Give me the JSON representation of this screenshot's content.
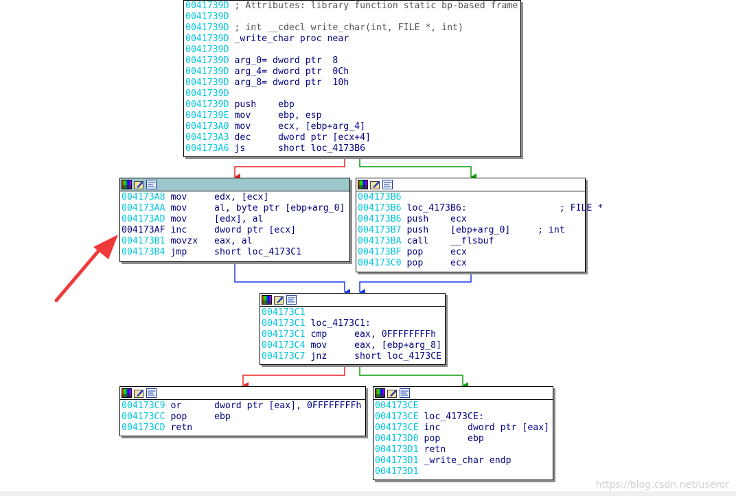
{
  "colors": {
    "edge_true": "#0a9a0a",
    "edge_false": "#e82020",
    "edge_jump": "#1a3ae8",
    "selected_title": "#9cc8cc",
    "address": "#00c8dc",
    "arrow_annotation": "#ee3a3a"
  },
  "icons": [
    "palette-icon",
    "rename-icon",
    "graph-icon"
  ],
  "watermark": "https://blog.csdn.net/useror",
  "nodes": [
    {
      "id": "node-0041739d",
      "lines": [
        {
          "addr": "0041739D",
          "text": "; Attributes: library function static bp-based frame"
        },
        {
          "addr": "0041739D",
          "text": ""
        },
        {
          "addr": "0041739D",
          "text": "; int __cdecl write_char(int, FILE *, int)"
        },
        {
          "addr": "0041739D",
          "text": "_write_char proc near"
        },
        {
          "addr": "0041739D",
          "text": ""
        },
        {
          "addr": "0041739D",
          "text": "arg_0= dword ptr  8"
        },
        {
          "addr": "0041739D",
          "text": "arg_4= dword ptr  0Ch"
        },
        {
          "addr": "0041739D",
          "text": "arg_8= dword ptr  10h"
        },
        {
          "addr": "0041739D",
          "text": ""
        },
        {
          "addr": "0041739D",
          "text": "push    ebp"
        },
        {
          "addr": "0041739E",
          "text": "mov     ebp, esp"
        },
        {
          "addr": "004173A0",
          "text": "mov     ecx, [ebp+arg_4]"
        },
        {
          "addr": "004173A3",
          "text": "dec     dword ptr [ecx+4]"
        },
        {
          "addr": "004173A6",
          "text": "js      short loc_4173B6"
        }
      ]
    },
    {
      "id": "node-004173a8",
      "lines": [
        {
          "addr": "004173A8",
          "text": "mov     edx, [ecx]"
        },
        {
          "addr": "004173AA",
          "text": "mov     al, byte ptr [ebp+arg_0]"
        },
        {
          "addr": "004173AD",
          "text": "mov     [edx], al"
        },
        {
          "addr": "004173AF",
          "text": "inc     dword ptr [ecx]"
        },
        {
          "addr": "004173B1",
          "text": "movzx   eax, al"
        },
        {
          "addr": "004173B4",
          "text": "jmp     short loc_4173C1"
        }
      ]
    },
    {
      "id": "node-004173b6",
      "lines": [
        {
          "addr": "004173B6",
          "text": ""
        },
        {
          "addr": "004173B6",
          "text": "loc_4173B6:                 ; FILE *"
        },
        {
          "addr": "004173B6",
          "text": "push    ecx"
        },
        {
          "addr": "004173B7",
          "text": "push    [ebp+arg_0]     ; int"
        },
        {
          "addr": "004173BA",
          "text": "call    __flsbuf"
        },
        {
          "addr": "004173BF",
          "text": "pop     ecx"
        },
        {
          "addr": "004173C0",
          "text": "pop     ecx"
        }
      ]
    },
    {
      "id": "node-004173c1",
      "lines": [
        {
          "addr": "004173C1",
          "text": ""
        },
        {
          "addr": "004173C1",
          "text": "loc_4173C1:"
        },
        {
          "addr": "004173C1",
          "text": "cmp     eax, 0FFFFFFFFh"
        },
        {
          "addr": "004173C4",
          "text": "mov     eax, [ebp+arg_8]"
        },
        {
          "addr": "004173C7",
          "text": "jnz     short loc_4173CE"
        }
      ]
    },
    {
      "id": "node-004173c9",
      "lines": [
        {
          "addr": "004173C9",
          "text": "or      dword ptr [eax], 0FFFFFFFFh"
        },
        {
          "addr": "004173CC",
          "text": "pop     ebp"
        },
        {
          "addr": "004173CD",
          "text": "retn"
        }
      ]
    },
    {
      "id": "node-004173ce",
      "lines": [
        {
          "addr": "004173CE",
          "text": ""
        },
        {
          "addr": "004173CE",
          "text": "loc_4173CE:"
        },
        {
          "addr": "004173CE",
          "text": "inc     dword ptr [eax]"
        },
        {
          "addr": "004173D0",
          "text": "pop     ebp"
        },
        {
          "addr": "004173D1",
          "text": "retn"
        },
        {
          "addr": "004173D1",
          "text": "_write_char endp"
        },
        {
          "addr": "004173D1",
          "text": ""
        }
      ]
    }
  ]
}
